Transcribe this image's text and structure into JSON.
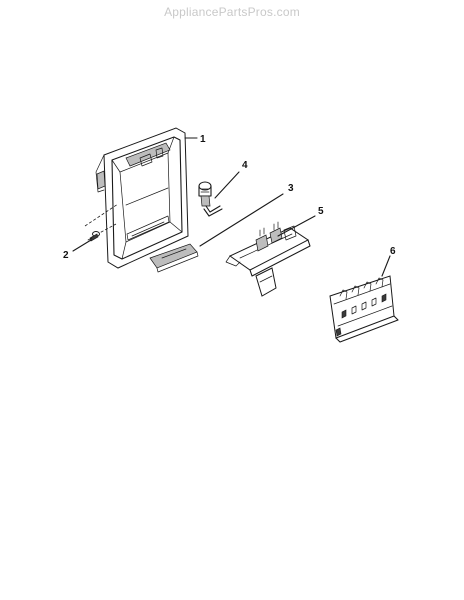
{
  "watermark": "AppliancePartsPros.com",
  "callouts": [
    {
      "id": "1",
      "label": "1"
    },
    {
      "id": "2",
      "label": "2"
    },
    {
      "id": "3",
      "label": "3"
    },
    {
      "id": "4",
      "label": "4"
    },
    {
      "id": "5",
      "label": "5"
    },
    {
      "id": "6",
      "label": "6"
    }
  ]
}
